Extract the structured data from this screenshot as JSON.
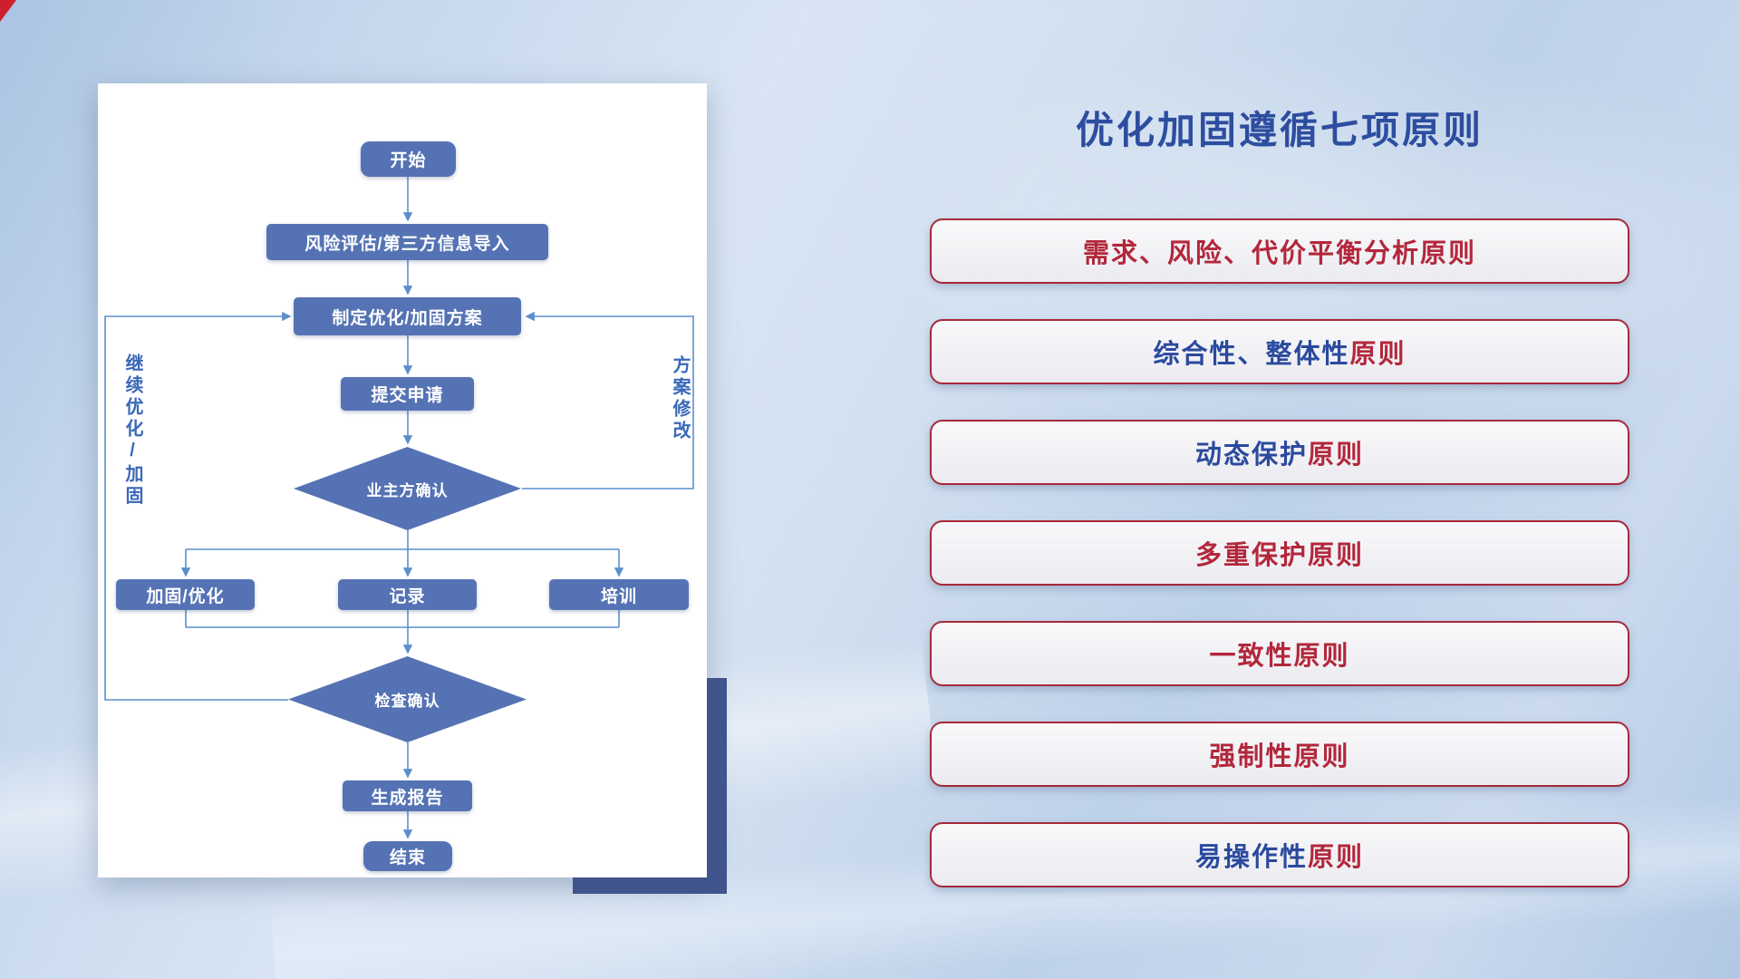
{
  "colors": {
    "title_blue": "#2d4da0",
    "principle_blue": "#2b4a9e",
    "principle_red": "#b3273b",
    "principle_border": "#a6293a",
    "node_fill": "#5573b4",
    "connector": "#5b8fcb",
    "accent_block": "#40548f"
  },
  "title": "优化加固遵循七项原则",
  "flowchart": {
    "nodes": {
      "start": "开始",
      "risk_import": "风险评估/第三方信息导入",
      "make_plan": "制定优化/加固方案",
      "submit": "提交申请",
      "owner_confirm": "业主方确认",
      "reinforce": "加固/优化",
      "record": "记录",
      "training": "培训",
      "check_confirm": "检查确认",
      "report": "生成报告",
      "end": "结束"
    },
    "loop_labels": {
      "left": "继续优化/加固",
      "right": "方案修改"
    },
    "edges": [
      [
        "开始",
        "风险评估/第三方信息导入"
      ],
      [
        "风险评估/第三方信息导入",
        "制定优化/加固方案"
      ],
      [
        "制定优化/加固方案",
        "提交申请"
      ],
      [
        "提交申请",
        "业主方确认"
      ],
      [
        "业主方确认",
        "加固/优化"
      ],
      [
        "业主方确认",
        "记录"
      ],
      [
        "业主方确认",
        "培训"
      ],
      [
        "业主方确认",
        "制定优化/加固方案 (方案修改)"
      ],
      [
        "加固/优化",
        "检查确认"
      ],
      [
        "记录",
        "检查确认"
      ],
      [
        "培训",
        "检查确认"
      ],
      [
        "检查确认",
        "生成报告"
      ],
      [
        "检查确认",
        "制定优化/加固方案 (继续优化/加固)"
      ],
      [
        "生成报告",
        "结束"
      ]
    ]
  },
  "principles": {
    "items": [
      {
        "segments": [
          {
            "text": "需求、风险、代价平衡分析原则",
            "color": "red"
          }
        ]
      },
      {
        "segments": [
          {
            "text": "综合性、整体性",
            "color": "blue"
          },
          {
            "text": "原则",
            "color": "red"
          }
        ]
      },
      {
        "segments": [
          {
            "text": "动态保护",
            "color": "blue"
          },
          {
            "text": "原则",
            "color": "red"
          }
        ]
      },
      {
        "segments": [
          {
            "text": "多重保护原则",
            "color": "red"
          }
        ]
      },
      {
        "segments": [
          {
            "text": "一致性原则",
            "color": "red"
          }
        ]
      },
      {
        "segments": [
          {
            "text": "强制性原则",
            "color": "red"
          }
        ]
      },
      {
        "segments": [
          {
            "text": "易操作性",
            "color": "blue"
          },
          {
            "text": "原则",
            "color": "red"
          }
        ]
      }
    ]
  }
}
